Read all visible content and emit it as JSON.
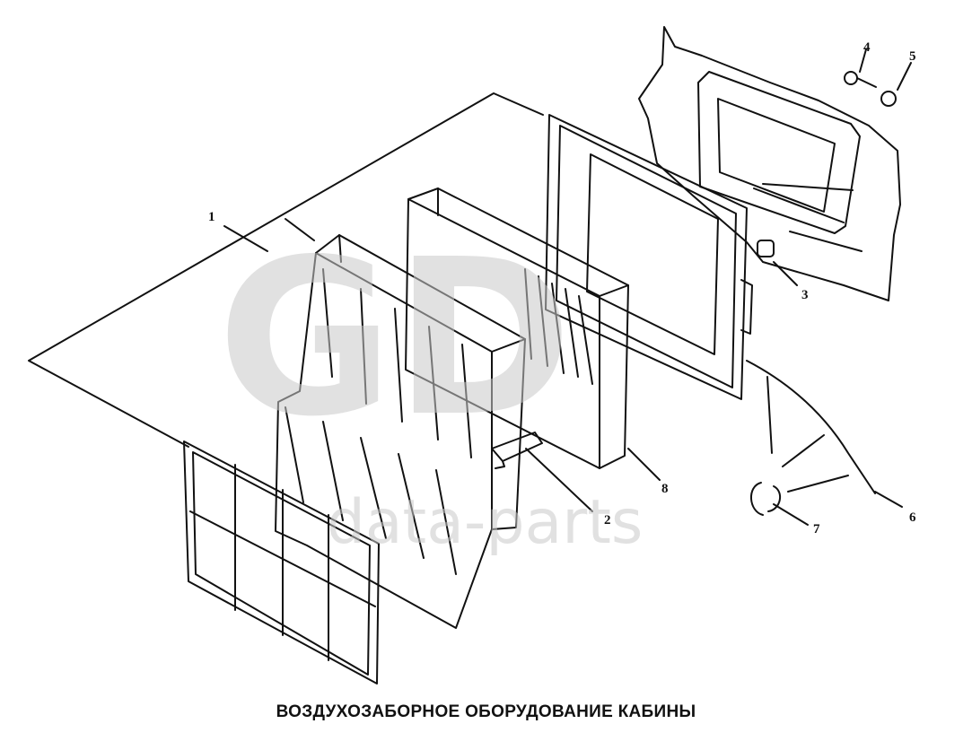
{
  "caption": "ВОЗДУХОЗАБОРНОЕ ОБОРУДОВАНИЕ КАБИНЫ",
  "watermark": "data-parts",
  "callouts": [
    "1",
    "2",
    "3",
    "4",
    "5",
    "6",
    "7",
    "8"
  ],
  "colors": {
    "ink": "#111111",
    "watermark": "#c9c9c9"
  }
}
